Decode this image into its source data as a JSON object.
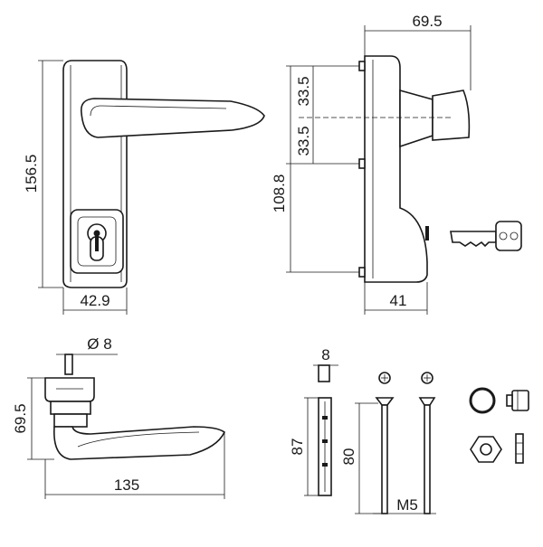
{
  "dimensions": {
    "front_height": "156.5",
    "front_width": "42.9",
    "side_width": "69.5",
    "screw_spacing_top": "33.5",
    "screw_spacing_bottom": "33.5",
    "side_height": "108.8",
    "side_depth": "41",
    "spindle_diameter": "Ø 8",
    "lever_height": "69.5",
    "lever_length": "135",
    "spindle_square": "8",
    "spindle_length": "87",
    "bolt_length": "80",
    "bolt_thread": "M5"
  }
}
